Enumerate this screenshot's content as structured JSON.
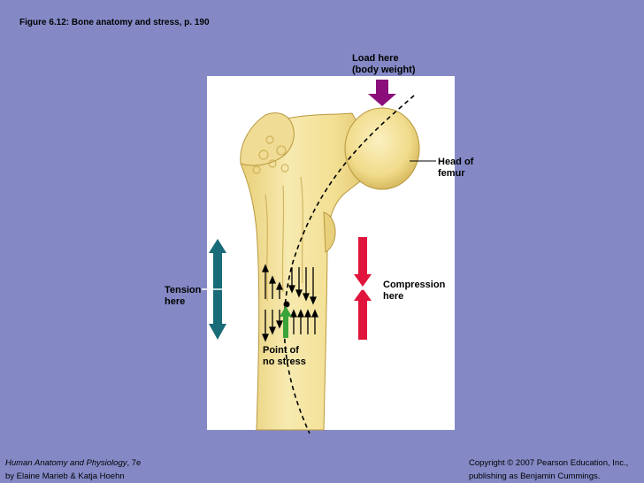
{
  "figure": {
    "title": "Figure 6.12:  Bone anatomy and stress, p. 190"
  },
  "labels": {
    "load": [
      "Load here",
      "(body weight)"
    ],
    "head": [
      "Head of",
      "femur"
    ],
    "tension": [
      "Tension",
      "here"
    ],
    "compression": [
      "Compression",
      "here"
    ],
    "no_stress": [
      "Point of",
      "no stress"
    ]
  },
  "footer": {
    "book_title": "Human Anatomy and Physiology",
    "edition": ", 7e",
    "authors": "by Elaine Marieb & Katja Hoehn",
    "copyright": "Copyright © 2007 Pearson Education, Inc.,",
    "publisher": "publishing as Benjamin Cummings."
  },
  "colors": {
    "background": "#8489c6",
    "bone": "#f2df8e",
    "load_arrow": "#8b0f7a",
    "tension_arrow": "#1a6b78",
    "compression_arrow": "#e0143c",
    "no_stress_arrow": "#3aa33a"
  }
}
